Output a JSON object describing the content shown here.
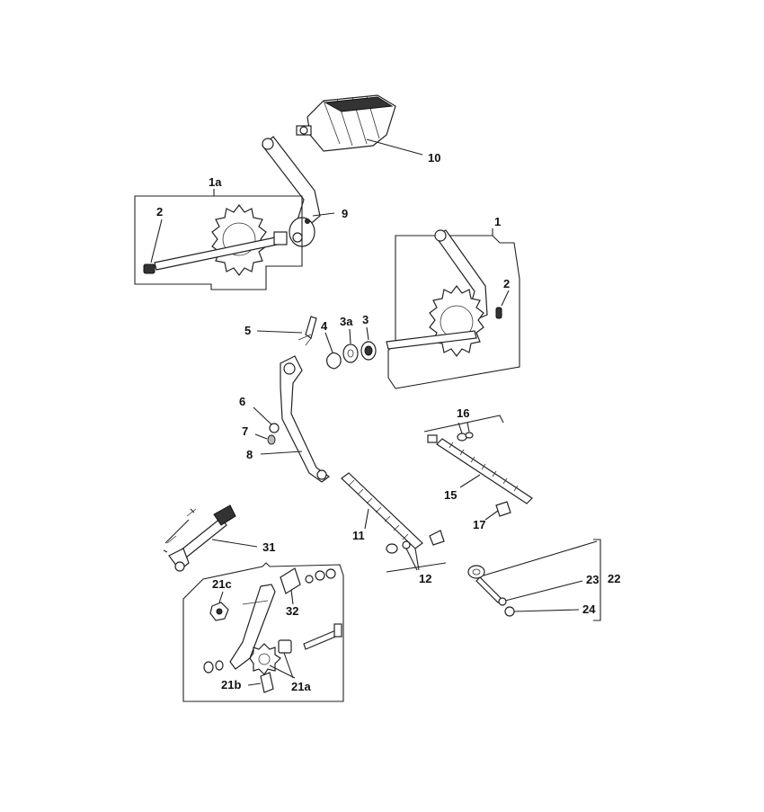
{
  "callouts": {
    "c1": "1",
    "c1a": "1a",
    "c2a": "2",
    "c2b": "2",
    "c3": "3",
    "c3a": "3a",
    "c4": "4",
    "c5": "5",
    "c6": "6",
    "c7": "7",
    "c8": "8",
    "c9": "9",
    "c10": "10",
    "c11": "11",
    "c12": "12",
    "c15": "15",
    "c16": "16",
    "c17": "17",
    "c21a": "21a",
    "c21b": "21b",
    "c21c": "21c",
    "c22": "22",
    "c23": "23",
    "c24": "24",
    "c31": "31",
    "c32": "32"
  }
}
